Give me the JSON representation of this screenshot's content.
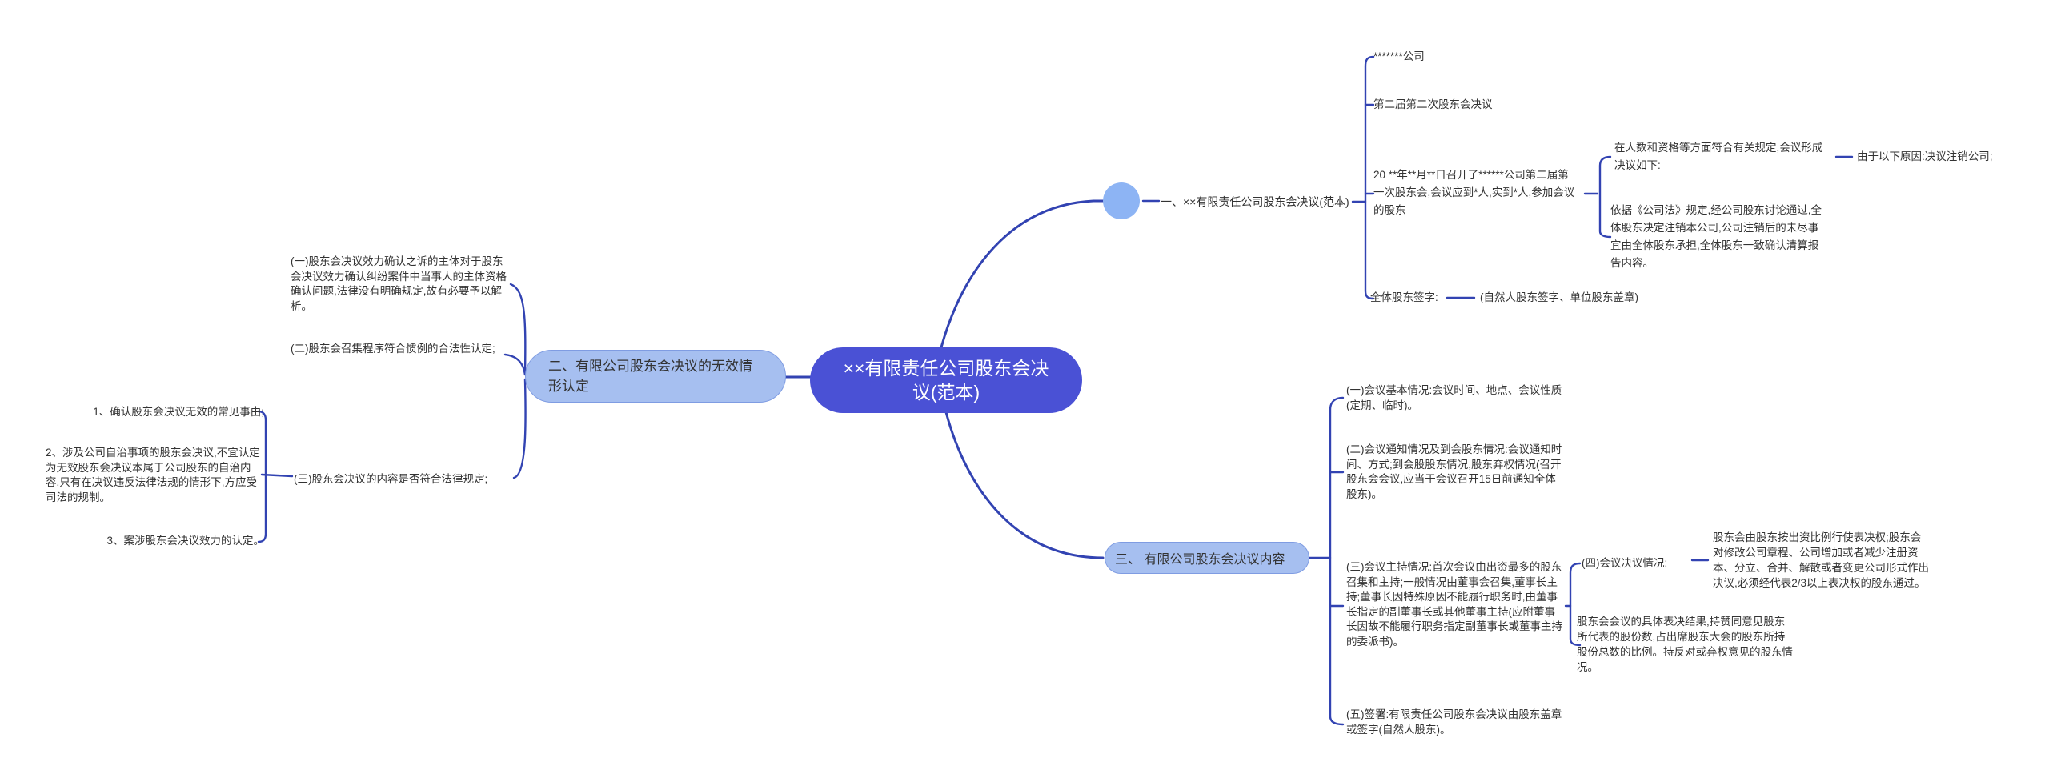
{
  "colors": {
    "background": "#ffffff",
    "central_bg": "#4a51d5",
    "central_text": "#ffffff",
    "sub_topic_bg": "#a6bff0",
    "sub_topic_border": "#7f9ce2",
    "circle_bg": "#8db4f4",
    "line": "#3243b2",
    "text": "#333333"
  },
  "root": {
    "label": "××有限责任公司股东会决议(范本)"
  },
  "branch1": {
    "label": "一、××有限责任公司股东会决议(范本)",
    "company": "*******公司",
    "session": "第二届第二次股东会决议",
    "meeting": "20 **年**月**日召开了******公司第二届第一次股东会,会议应到*人,实到*人,参加会议的股东",
    "rules": "在人数和资格等方面符合有关规定,会议形成决议如下:",
    "reason": "由于以下原因:决议注销公司;",
    "basis": "依据《公司法》规定,经公司股东讨论通过,全体股东决定注销本公司,公司注销后的未尽事宜由全体股东承担,全体股东一致确认清算报告内容。",
    "signature": "全体股东签字:",
    "signature_note": "(自然人股东签字、单位股东盖章)"
  },
  "branch2": {
    "label": "二、有限公司股东会决议的无效情形认定",
    "item1": "(一)股东会决议效力确认之诉的主体对于股东会决议效力确认纠纷案件中当事人的主体资格确认问题,法律没有明确规定,故有必要予以解析。",
    "item2": "(二)股东会召集程序符合惯例的合法性认定;",
    "item3": "(三)股东会决议的内容是否符合法律规定;",
    "sub1": "1、确认股东会决议无效的常见事由;",
    "sub2": "2、涉及公司自治事项的股东会决议,不宜认定为无效股东会决议本属于公司股东的自治内容,只有在决议违反法律法规的情形下,方应受司法的规制。",
    "sub3": "3、案涉股东会决议效力的认定。"
  },
  "branch3": {
    "label": "三、 有限公司股东会决议内容",
    "item1": "(一)会议基本情况:会议时间、地点、会议性质(定期、临时)。",
    "item2": "(二)会议通知情况及到会股东情况:会议通知时间、方式;到会股股东情况,股东弃权情况(召开股东会会议,应当于会议召开15日前通知全体股东)。",
    "item3": "(三)会议主持情况:首次会议由出资最多的股东召集和主持;一般情况由董事会召集,董事长主持;董事长因特殊原因不能履行职务时,由董事长指定的副董事长或其他董事主持(应附董事长因故不能履行职务指定副董事长或董事主持的委派书)。",
    "item4_label": "(四)会议决议情况:",
    "item4_text1": "股东会由股东按出资比例行使表决权;股东会对修改公司章程、公司增加或者减少注册资本、分立、合并、解散或者变更公司形式作出决议,必须经代表2/3以上表决权的股东通过。",
    "item4_text2": "股东会会议的具体表决结果,持赞同意见股东所代表的股份数,占出席股东大会的股东所持股份总数的比例。持反对或弃权意见的股东情况。",
    "item5": "(五)签署:有限责任公司股东会决议由股东盖章或签字(自然人股东)。"
  }
}
